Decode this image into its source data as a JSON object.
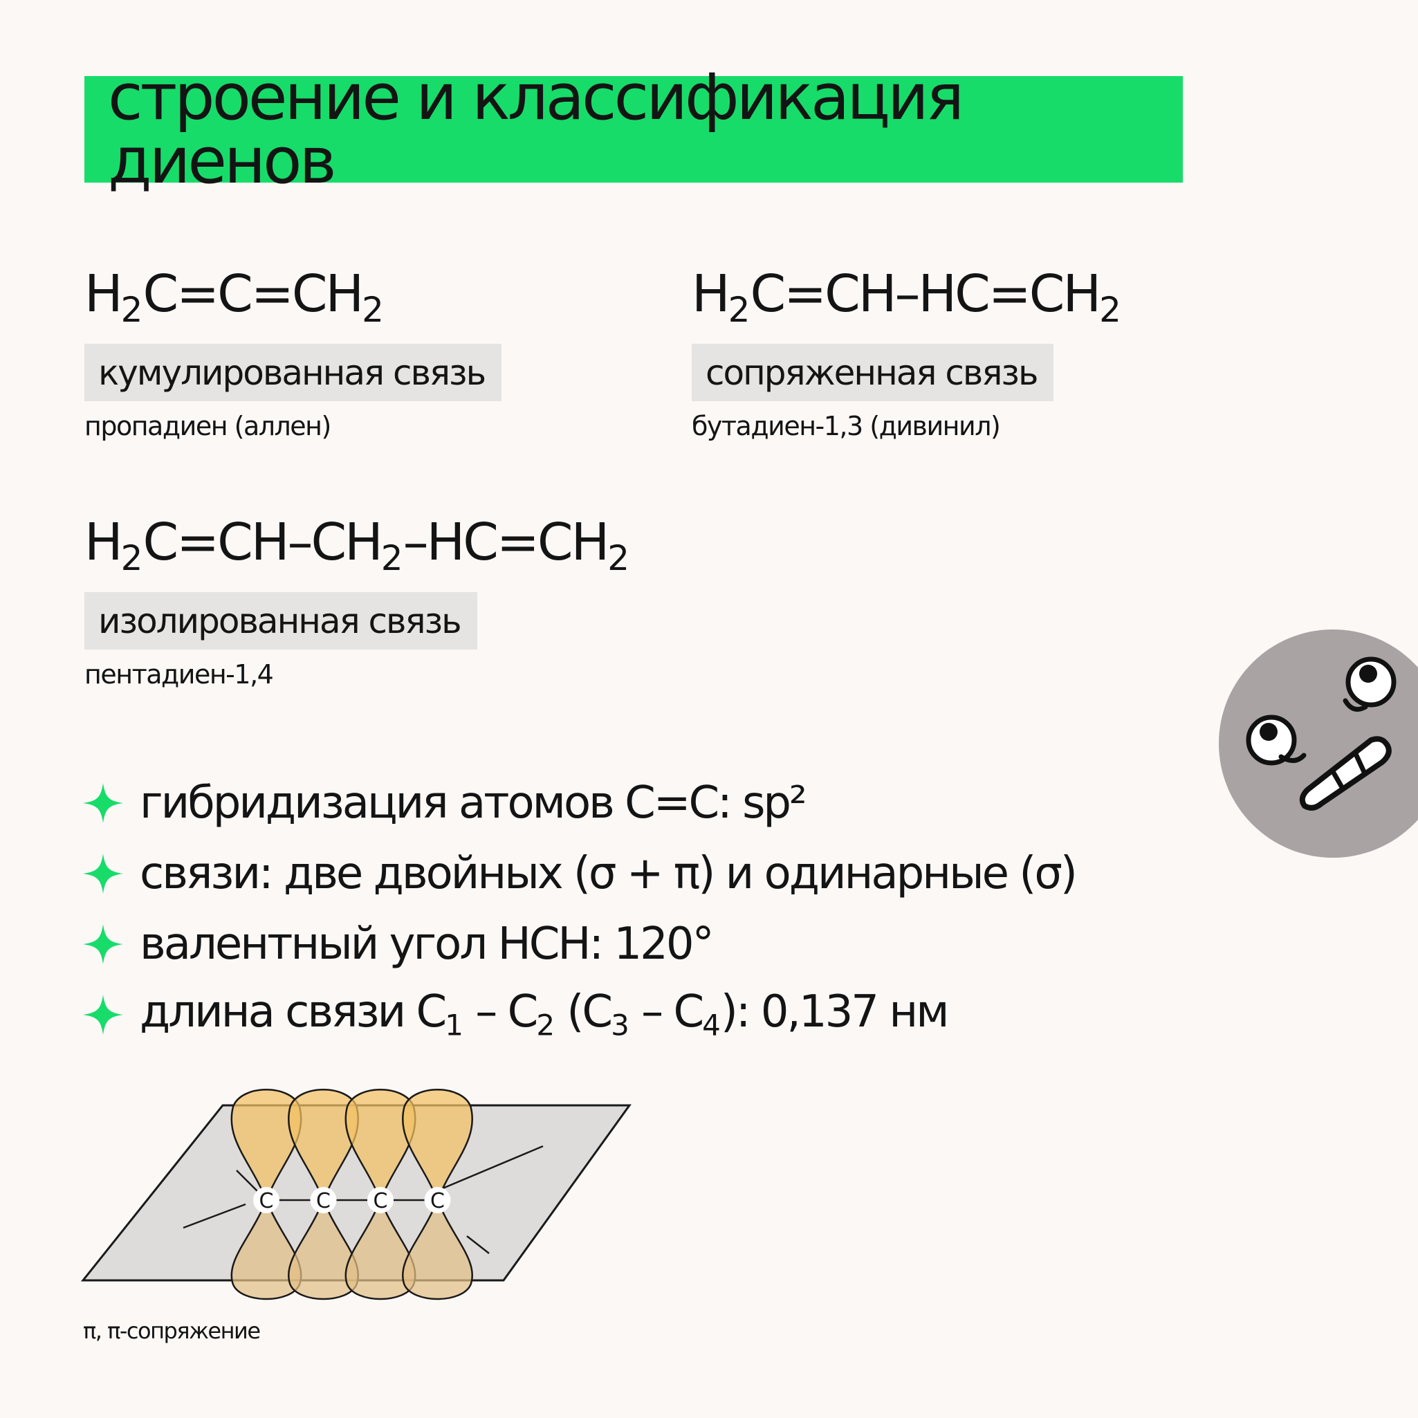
{
  "title": "строение и классификация диенов",
  "dienes": [
    {
      "formula": [
        {
          "t": "H"
        },
        {
          "s": "2"
        },
        {
          "t": "C=C=CH"
        },
        {
          "s": "2"
        }
      ],
      "bond_type": "кумулированная связь",
      "name": "пропадиен (аллен)"
    },
    {
      "formula": [
        {
          "t": "H"
        },
        {
          "s": "2"
        },
        {
          "t": "C=CH–HC=CH"
        },
        {
          "s": "2"
        }
      ],
      "bond_type": "сопряженная связь",
      "name": "бутадиен-1,3 (дивинил)"
    },
    {
      "formula": [
        {
          "t": "H"
        },
        {
          "s": "2"
        },
        {
          "t": "C=CH–CH"
        },
        {
          "s": "2"
        },
        {
          "t": "–HC=CH"
        },
        {
          "s": "2"
        }
      ],
      "bond_type": "изолированная связь",
      "name": "пентадиен-1,4"
    }
  ],
  "facts": [
    [
      {
        "t": "гибридизация атомов C=C: sp²"
      }
    ],
    [
      {
        "t": "связи: две двойных (σ + π) и одинарные (σ)"
      }
    ],
    [
      {
        "t": "валентный угол HCH: 120°"
      }
    ],
    [
      {
        "t": "длина связи C"
      },
      {
        "s": "1"
      },
      {
        "t": " – C"
      },
      {
        "s": "2"
      },
      {
        "t": " (C"
      },
      {
        "s": "3"
      },
      {
        "t": " – C"
      },
      {
        "s": "4"
      },
      {
        "t": "): 0,137 нм"
      }
    ]
  ],
  "diagram": {
    "atom_label": "C",
    "atom_count": 4,
    "caption": "π, π-сопряжение"
  },
  "colors": {
    "accent": "#17dc6a",
    "tag_bg": "#e5e4e2",
    "background": "#fbf8f6",
    "orbital": "#f1c163",
    "plane": "#dedcda",
    "mascot_face": "#a9a3a3"
  },
  "icons": {
    "bullet": "sparkle-star-icon",
    "mascot": "worried-face-icon"
  }
}
